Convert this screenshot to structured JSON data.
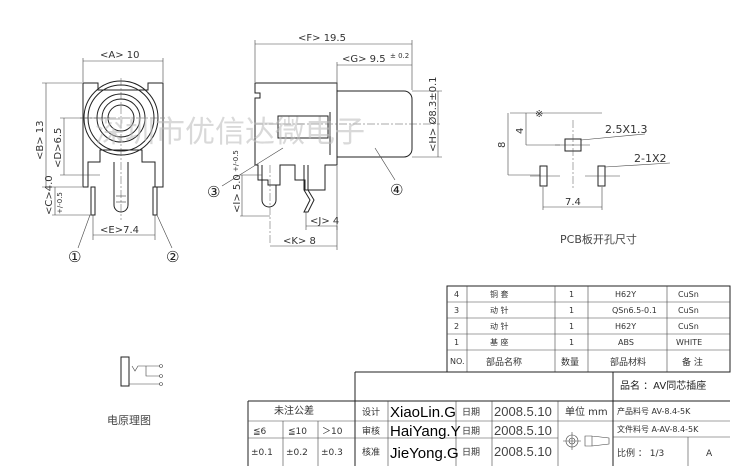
{
  "front_view": {
    "dim_a": "<A> 10",
    "dim_b": "<B> 13",
    "dim_d": "<D>6.5",
    "dim_c": "<C>4.0",
    "dim_c_tol": "+/-0.5",
    "dim_e": "<E>7.4",
    "callout_1": "①",
    "callout_2": "②"
  },
  "side_view": {
    "dim_f": "<F> 19.5",
    "dim_g": "<G> 9.5",
    "dim_g_tol": "± 0.2",
    "dim_h": "<H>  Ø8.3±0.1",
    "dim_i": "<I> 5.0",
    "dim_i_tol": "+/-0.5",
    "dim_j": "<J> 4",
    "dim_k": "<K> 8",
    "callout_3": "③",
    "callout_4": "④"
  },
  "pcb": {
    "mark": "※",
    "dim_4": "4",
    "dim_8": "8",
    "hole_center": "2.5X1.3",
    "hole_side": "2-1X2",
    "dim_pitch": "7.4",
    "caption": "PCB板开孔尺寸"
  },
  "schematic": {
    "caption": "电原理图"
  },
  "watermark": "深圳市优信达微电子",
  "parts_table": {
    "rows": [
      {
        "no": "4",
        "name": "铜  套",
        "qty": "1",
        "material": "H62Y",
        "note": "CuSn"
      },
      {
        "no": "3",
        "name": "动  针",
        "qty": "1",
        "material": "QSn6.5-0.1",
        "note": "CuSn"
      },
      {
        "no": "2",
        "name": "动  针",
        "qty": "1",
        "material": "H62Y",
        "note": "CuSn"
      },
      {
        "no": "1",
        "name": "基  座",
        "qty": "1",
        "material": "ABS",
        "note": "WHITE"
      }
    ],
    "header": {
      "no": "NO.",
      "name": "部品名称",
      "qty": "数量",
      "material": "部品材料",
      "note": "备 注"
    }
  },
  "title_block": {
    "product_name": "品名 ：AV同芯插座",
    "tolerance_title": "未注公差",
    "tol_ranges": [
      "≦6",
      "≦10",
      "＞10"
    ],
    "tol_values": [
      "±0.1",
      "±0.2",
      "±0.3"
    ],
    "design_label": "设计",
    "designer": "XiaoLin.G",
    "review_label": "审核",
    "reviewer": "HaiYang.Y",
    "approve_label": "核准",
    "approver": "JieYong.G",
    "date_label": "日期",
    "dates": [
      "2008.5.10",
      "2008.5.10",
      "2008.5.10"
    ],
    "unit": "单位 mm",
    "product_no": "产品料号 AV-8.4-5K",
    "file_no": "文件料号 A-AV-8.4-5K",
    "scale": "比例 ： 1/3",
    "sheet_size": "A"
  }
}
